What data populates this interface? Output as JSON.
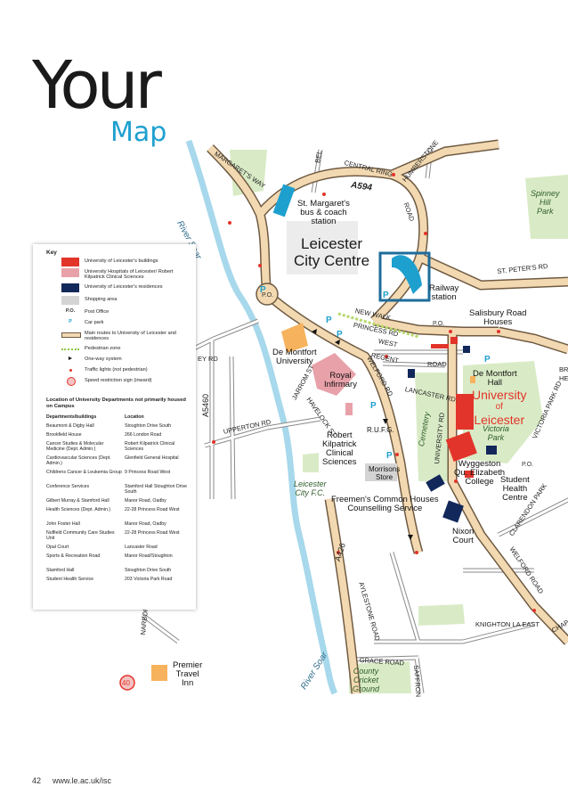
{
  "title": {
    "big": "Your",
    "small": "Map"
  },
  "colors": {
    "accent": "#1ea0cf",
    "university_red": "#e2342a",
    "hospital_pink": "#e8a1a9",
    "residence_navy": "#12285a",
    "shopping_grey": "#d4d4d4",
    "road_fill": "#f3d9b1",
    "road_edge": "#6f5b43",
    "green": "#d9ebc6",
    "river": "#a7d8ec"
  },
  "map_labels": {
    "city_centre": [
      "Leicester",
      "City Centre"
    ],
    "st_margarets": [
      "St. Margaret's",
      "bus & coach",
      "station"
    ],
    "railway": [
      "Railway",
      "station"
    ],
    "salisbury": [
      "Salisbury Road",
      "Houses"
    ],
    "de_montfort_uni": [
      "De Montfort",
      "University"
    ],
    "de_montfort_hall": [
      "De Montfort",
      "Hall"
    ],
    "royal_infirmary": [
      "Royal",
      "Infirmary"
    ],
    "robert_kilpatrick": [
      "Robert",
      "Kilpatrick",
      "Clinical",
      "Sciences"
    ],
    "morrisons": [
      "Morrisons",
      "Store"
    ],
    "university": [
      "University",
      "of",
      "Leicester"
    ],
    "victoria_park": [
      "Victoria",
      "Park"
    ],
    "wyggeston": [
      "Wyggeston",
      "Qu. Elizabeth",
      "College"
    ],
    "student_health": [
      "Student",
      "Health",
      "Centre"
    ],
    "freemens": [
      "Freemen's Common Houses",
      "Counselling Service"
    ],
    "nixon": [
      "Nixon",
      "Court"
    ],
    "leicester_fc": [
      "Leicester",
      "City F.C."
    ],
    "premier_inn": [
      "Premier",
      "Travel",
      "Inn"
    ],
    "spinney": [
      "Spinney",
      "Hill",
      "Park"
    ],
    "cricket": [
      "County",
      "Cricket",
      "Ground"
    ],
    "cemetery": "Cemetery",
    "rufg": "R.U.F.G.",
    "river_soar_1": "River Soar",
    "river_soar_2": "River Soar",
    "a594": "A594",
    "a5460": "A5460",
    "a426": "A426",
    "speed_40": "40",
    "parking": "P",
    "post_office": "P.O.",
    "roads": {
      "margarets_way": "MARGARET'S WAY",
      "central_ring": "CENTRAL RING",
      "humberstone": "HUMBERSTONE",
      "belgrave": "BEL",
      "road_a": "ROAD",
      "peters_rd": "ST. PETER'S RD",
      "new_walk": "NEW WALK",
      "princess_rd": "PRINCESS RD",
      "west": "WEST",
      "regent": "REGENT",
      "road_b": "ROAD",
      "lancaster": "LANCASTER RD.",
      "welford_rd": "WELFORD RD",
      "jarrom": "JARROM ST",
      "havelock": "HAVELOCK ST",
      "upperton": "UPPERTON RD",
      "ey_rd": "EY RD",
      "university_rd": "UNIVERSITY RD",
      "victoria_park_rd": "VICTORIA PARK RD",
      "clarendon_park": "CLARENDON PARK",
      "welford_road_2": "WELFORD ROAD",
      "knighton": "KNIGHTON LA EAST",
      "aylestone": "AYLESTONE ROAD",
      "grace": "GRACE ROAD",
      "saffron": "SAFFRON",
      "narbor": "NARBOR",
      "chap": "CHAP",
      "bri": "Br",
      "he": "He"
    }
  },
  "key": {
    "title": "Key",
    "items": [
      {
        "text": "University of Leicester's buildings"
      },
      {
        "text": "University Hospitals of Leicester/ Robert Kilpatrick Clinical Sciences"
      },
      {
        "text": "University of Leicester's residences"
      },
      {
        "text": "Shopping area"
      },
      {
        "symbol": "P.O.",
        "text": "Post Office"
      },
      {
        "symbol": "P",
        "text": "Car park"
      },
      {
        "text": "Main routes to University of Leicester and residences"
      },
      {
        "text": "Pedestrian zone"
      },
      {
        "text": "One-way system"
      },
      {
        "text": "Traffic lights (not pedestrian)"
      },
      {
        "text": "Speed restriction sign (inward)"
      }
    ],
    "location_heading": "Location of University Departments not primarily housed on Campus",
    "table_headers": [
      "Departments/buildings",
      "Location"
    ],
    "table_rows": [
      [
        "Beaumont & Digby Hall",
        "Stoughton Drive South"
      ],
      [
        "Brookfield House",
        "266 London Road"
      ],
      [
        "Cancer Studies & Molecular Medicine (Dept. Admin.)",
        "Robert Kilpatrick Clinical Sciences"
      ],
      [
        "Cardiovascular Sciences (Dept. Admin.)",
        "Glenfield General Hospital"
      ],
      [
        "Childrens Cancer & Leukemia Group",
        "9 Princess Road West"
      ],
      [
        "Conference Services",
        "Stamford Hall Stoughton Drive South"
      ],
      [
        "Gilbert Murray & Stamford Hall",
        "Manor Road, Oadby"
      ],
      [
        "Health Sciences (Dept. Admin.)",
        "22-28 Princess Road West"
      ],
      [
        "John Foster Hall",
        "Manor Road, Oadby"
      ],
      [
        "Nuffield Community Care Studies Unit",
        "22-28 Princess Road West"
      ],
      [
        "Opal Court",
        "Lancaster Road"
      ],
      [
        "Sports & Recreation Road",
        "Manor Road/Stoughton"
      ],
      [
        "Stamford Hall",
        "Stoughton Drive South"
      ],
      [
        "Student Health Service",
        "203 Victoria Park Road"
      ]
    ]
  },
  "footer": {
    "page": "42",
    "url": "www.le.ac.uk/isc"
  }
}
